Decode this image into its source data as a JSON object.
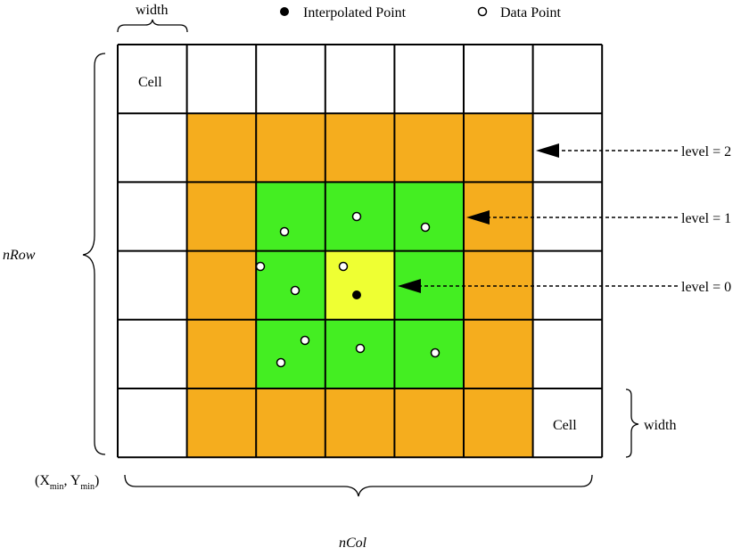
{
  "legend": {
    "interpolated_label": "Interpolated Point",
    "data_label": "Data Point"
  },
  "labels": {
    "width_top": "width",
    "width_right": "width",
    "cell_top_left": "Cell",
    "cell_bottom_right": "Cell",
    "n_row": "nRow",
    "n_col": "nCol",
    "origin_open": "(X",
    "origin_xsub": "min",
    "origin_sep": ", Y",
    "origin_ysub": "min",
    "origin_close": ")"
  },
  "levels": [
    {
      "label": "level = 2"
    },
    {
      "label": "level = 1"
    },
    {
      "label": "level = 0"
    }
  ],
  "grid": {
    "rows": 6,
    "cols": 7
  },
  "colors": {
    "level0": "#eeff33",
    "level1": "#44ee22",
    "level2": "#f5ad1e",
    "grid_line": "#000000"
  }
}
